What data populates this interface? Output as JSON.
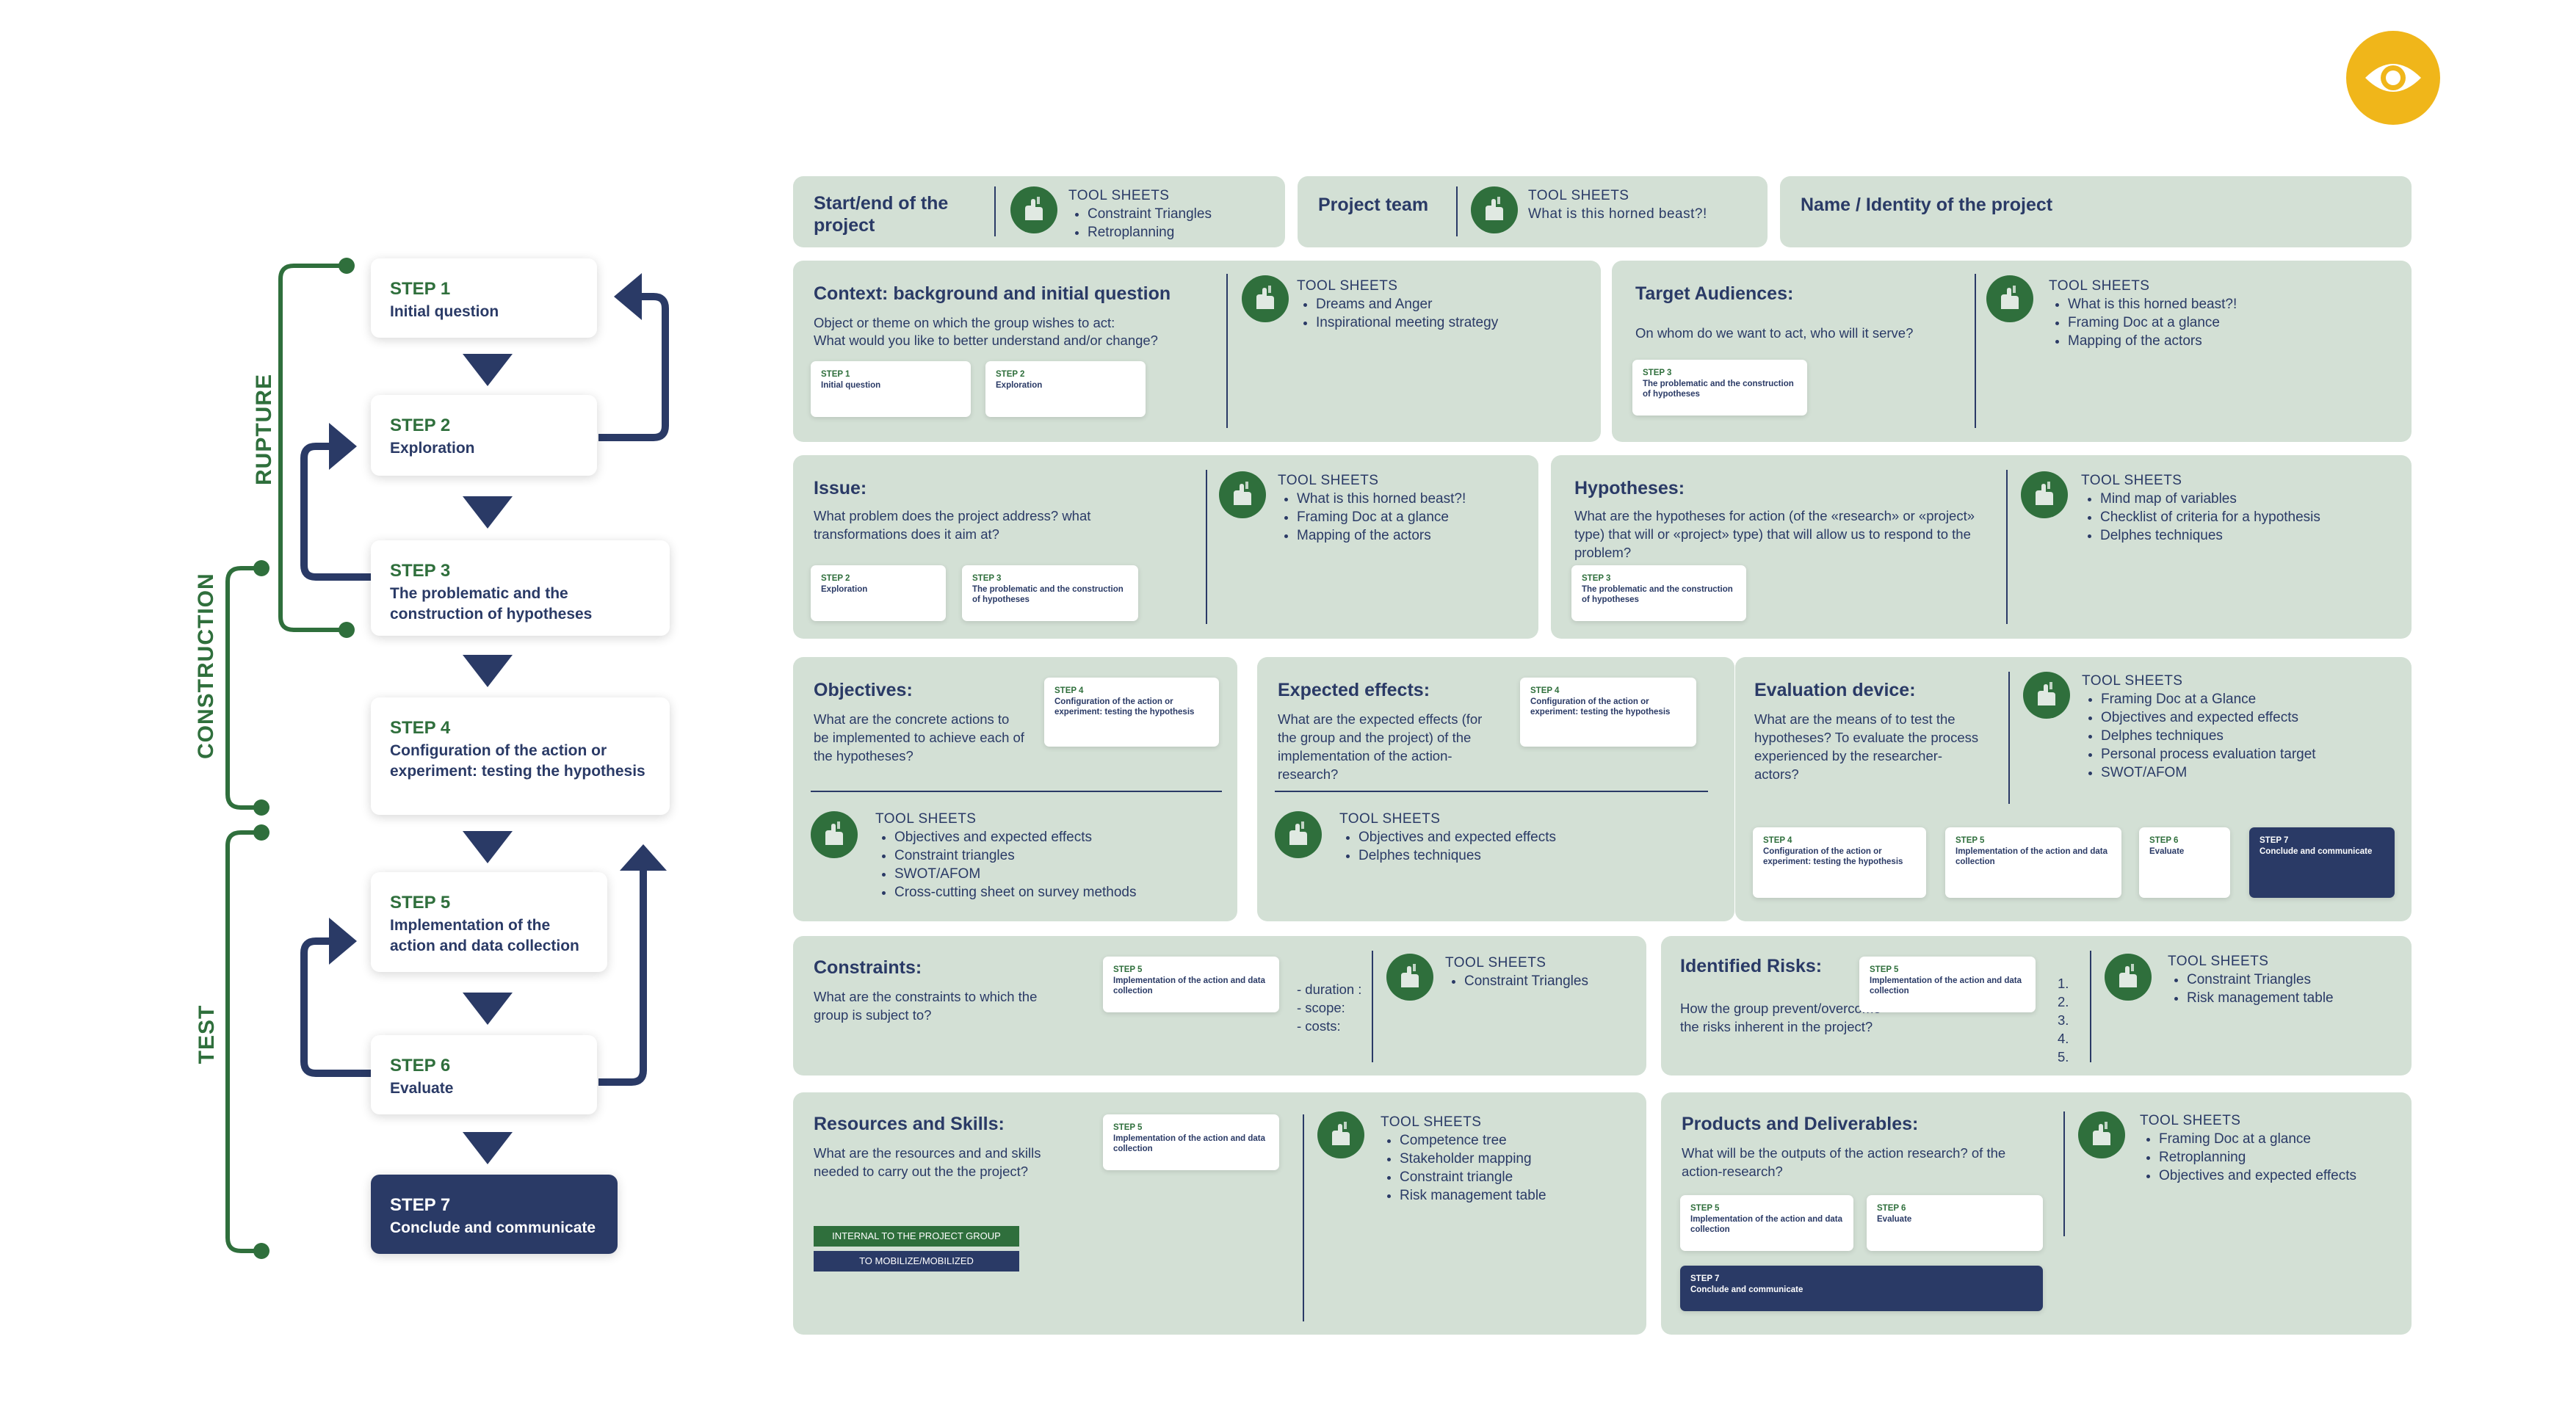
{
  "flow": {
    "phases": {
      "rupture": "RUPTURE",
      "construction": "CONSTRUCTION",
      "test": "TEST"
    },
    "steps": [
      {
        "num": "STEP 1",
        "text": "Initial question"
      },
      {
        "num": "STEP  2",
        "text": "Exploration"
      },
      {
        "num": "STEP 3",
        "text": "The problematic and the construction of hypotheses"
      },
      {
        "num": "STEP 4",
        "text": "Configuration of the action or experiment: testing the hypothesis"
      },
      {
        "num": "STEP 5",
        "text": "Implementation of the action and data collection"
      },
      {
        "num": "STEP 6",
        "text": "Evaluate"
      },
      {
        "num": "STEP 7",
        "text": "Conclude and communicate"
      }
    ]
  },
  "canvas": {
    "tool_sheets_label": "TOOL SHEETS",
    "start": {
      "title": "Start/end of the project",
      "tools": [
        "Constraint Triangles",
        "Retroplanning"
      ]
    },
    "team": {
      "title": "Project team",
      "tools_text": "What is this horned beast?!"
    },
    "name": {
      "title": "Name / Identity of the project"
    },
    "context": {
      "title": "Context: background and initial question",
      "q1": "Object or theme on which the group wishes to act:",
      "q2": "What would you like to better understand and/or change?",
      "tools": [
        "Dreams and Anger",
        "Inspirational meeting strategy"
      ],
      "s1": {
        "num": "STEP 1",
        "text": "Initial question"
      },
      "s2": {
        "num": "STEP  2",
        "text": "Exploration"
      }
    },
    "audiences": {
      "title": "Target Audiences:",
      "q": "On whom do we want to act, who will it serve?",
      "tools": [
        "What is this horned beast?!",
        "Framing Doc at a glance",
        "Mapping of the actors"
      ],
      "s": {
        "num": "STEP 3",
        "text": "The problematic and the construction of hypotheses"
      }
    },
    "issue": {
      "title": "Issue:",
      "q": "What problem does the project address? what transformations does it aim at?",
      "tools": [
        "What is this horned beast?!",
        "Framing Doc at a glance",
        "Mapping of the actors"
      ],
      "s1": {
        "num": "STEP  2",
        "text": "Exploration"
      },
      "s2": {
        "num": "STEP  3",
        "text": "The problematic and the construction of hypotheses"
      }
    },
    "hypotheses": {
      "title": "Hypotheses:",
      "q": "What are the hypotheses for action (of the «research» or «project» type) that will or «project» type) that will allow us to respond to the problem?",
      "tools": [
        "Mind map of variables",
        "Checklist of criteria for a hypothesis",
        "Delphes techniques"
      ],
      "s": {
        "num": "STEP 3",
        "text": "The problematic and the construction of hypotheses"
      }
    },
    "objectives": {
      "title": "Objectives:",
      "q": "What are the concrete actions to be implemented to achieve each of the hypotheses?",
      "tools": [
        "Objectives and expected effects",
        "Constraint triangles",
        "SWOT/AFOM",
        "Cross-cutting sheet on survey methods"
      ],
      "s": {
        "num": "STEP  4",
        "text": "Configuration of the action or experiment: testing the hypothesis"
      }
    },
    "effects": {
      "title": "Expected effects:",
      "q": "What are the expected effects (for the group and the project) of the implementation of the action-research?",
      "tools": [
        "Objectives and expected effects",
        "Delphes techniques"
      ],
      "s": {
        "num": "STEP 4",
        "text": "Configuration of the action or experiment: testing the hypothesis"
      }
    },
    "evaluation": {
      "title": "Evaluation device:",
      "q": "What are the means of to test the hypotheses? To evaluate the process experienced by the researcher-actors?",
      "tools": [
        "Framing Doc at a Glance",
        "Objectives and expected effects",
        "Delphes techniques",
        "Personal process evaluation target",
        "SWOT/AFOM"
      ],
      "s4": {
        "num": "STEP 4",
        "text": "Configuration of the action or experiment: testing the hypothesis"
      },
      "s5": {
        "num": "STEP  5",
        "text": "Implementation of the action and data collection"
      },
      "s6": {
        "num": "STEP 6",
        "text": "Evaluate"
      },
      "s7": {
        "num": "STEP  7",
        "text": "Conclude and communicate"
      }
    },
    "constraints": {
      "title": "Constraints:",
      "q": "What are the constraints to which the group is subject to?",
      "list": [
        "- duration :",
        "- scope:",
        "- costs:"
      ],
      "tools": [
        "Constraint Triangles"
      ],
      "s": {
        "num": "STEP 5",
        "text": "Implementation of the action and data collection"
      }
    },
    "risks": {
      "title": "Identified Risks:",
      "q": "How the group prevent/overcome the risks inherent in the project?",
      "list": [
        "1.",
        "2.",
        "3.",
        "4.",
        "5."
      ],
      "tools": [
        "Constraint Triangles",
        "Risk management table"
      ],
      "s": {
        "num": "STEP  5",
        "text": "Implementation of the action and data collection"
      }
    },
    "resources": {
      "title": "Resources and Skills:",
      "q": "What are the resources and and skills needed to carry out the the project?",
      "tag1": "INTERNAL TO THE PROJECT GROUP",
      "tag2": "TO MOBILIZE/MOBILIZED",
      "tools": [
        "Competence tree",
        "Stakeholder mapping",
        "Constraint triangle",
        "Risk management table"
      ],
      "s": {
        "num": "STEP 5",
        "text": "Implementation of the action and data collection"
      }
    },
    "products": {
      "title": "Products and Deliverables:",
      "q": "What will be the outputs of the action research? of the action-research?",
      "tools": [
        "Framing Doc at a glance",
        "Retroplanning",
        "Objectives and expected effects"
      ],
      "s5": {
        "num": "STEP  5",
        "text": "Implementation of the action and data collection"
      },
      "s6": {
        "num": "STEP  6",
        "text": "Evaluate"
      },
      "s7": {
        "num": "STEP 7",
        "text": "Conclude and communicate"
      }
    }
  },
  "colors": {
    "navy": "#2a3a66",
    "green": "#2f6f3c",
    "panel": "#d3e0d5",
    "eye": "#f0b61a"
  },
  "icons": {
    "tool": "hand-wrench-icon",
    "eye": "eye-icon"
  }
}
